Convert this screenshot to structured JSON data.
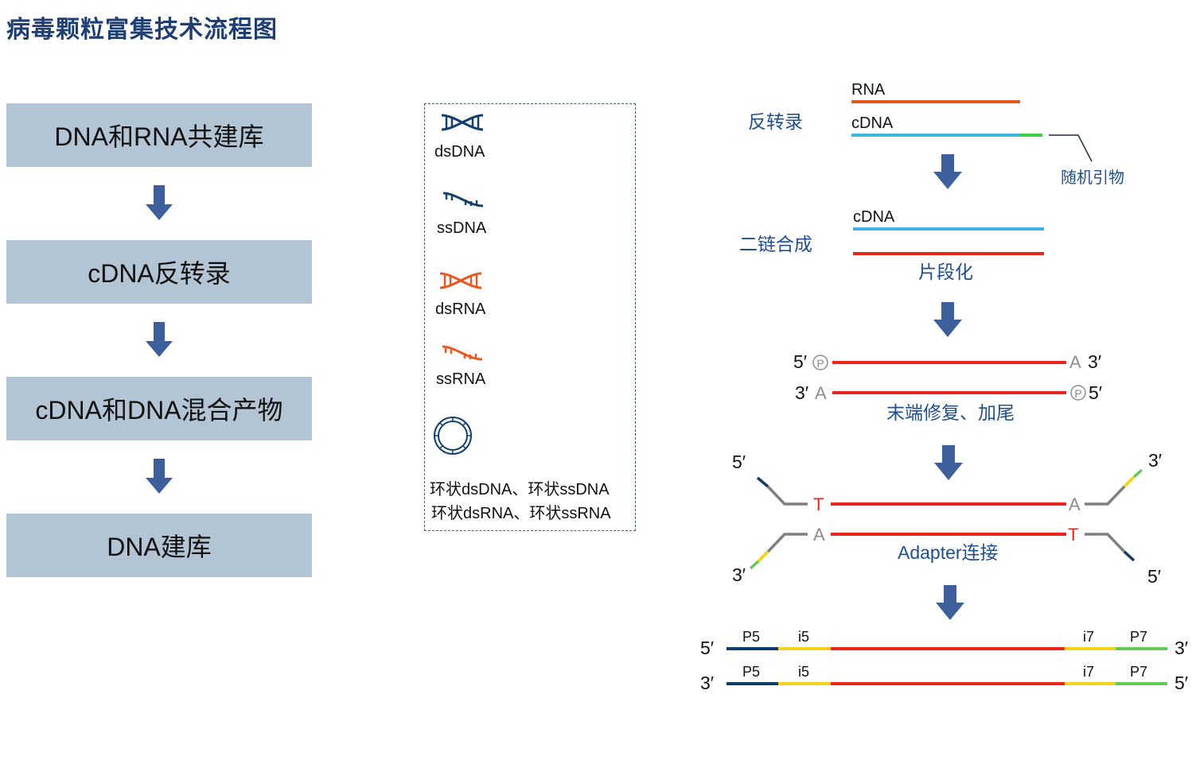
{
  "title": "病毒颗粒富集技术流程图",
  "flow_steps": [
    "DNA和RNA共建库",
    "cDNA反转录",
    "cDNA和DNA混合产物",
    "DNA建库"
  ],
  "legend": {
    "dsdna": "dsDNA",
    "ssdna": "ssDNA",
    "dsrna": "dsRNA",
    "ssrna": "ssRNA",
    "circular_line1": "环状dsDNA、环状ssDNA",
    "circular_line2": "环状dsRNA、环状ssRNA"
  },
  "process": {
    "rt_label": "反转录",
    "rna": "RNA",
    "cdna": "cDNA",
    "random_primer": "随机引物",
    "second_strand": "二链合成",
    "cdna2": "cDNA",
    "fragmentation": "片段化",
    "end_repair": "末端修复、加尾",
    "adapter": "Adapter连接",
    "five_prime": "5′",
    "three_prime": "3′",
    "base_a": "A",
    "base_t": "T",
    "p5": "P5",
    "i5": "i5",
    "i7": "i7",
    "p7": "P7"
  },
  "colors": {
    "title": "#1f3f73",
    "step_box": "#b3c4d5",
    "arrow": "#3d5f9b",
    "rna": "#e35a25",
    "cdna": "#3ab5e6",
    "primer": "#3fcc3f",
    "fragment": "#e8261e",
    "adapter_gray": "#7f7f7f",
    "navy": "#0f3d6b",
    "yellow": "#f2d21e",
    "green": "#64c85a"
  }
}
